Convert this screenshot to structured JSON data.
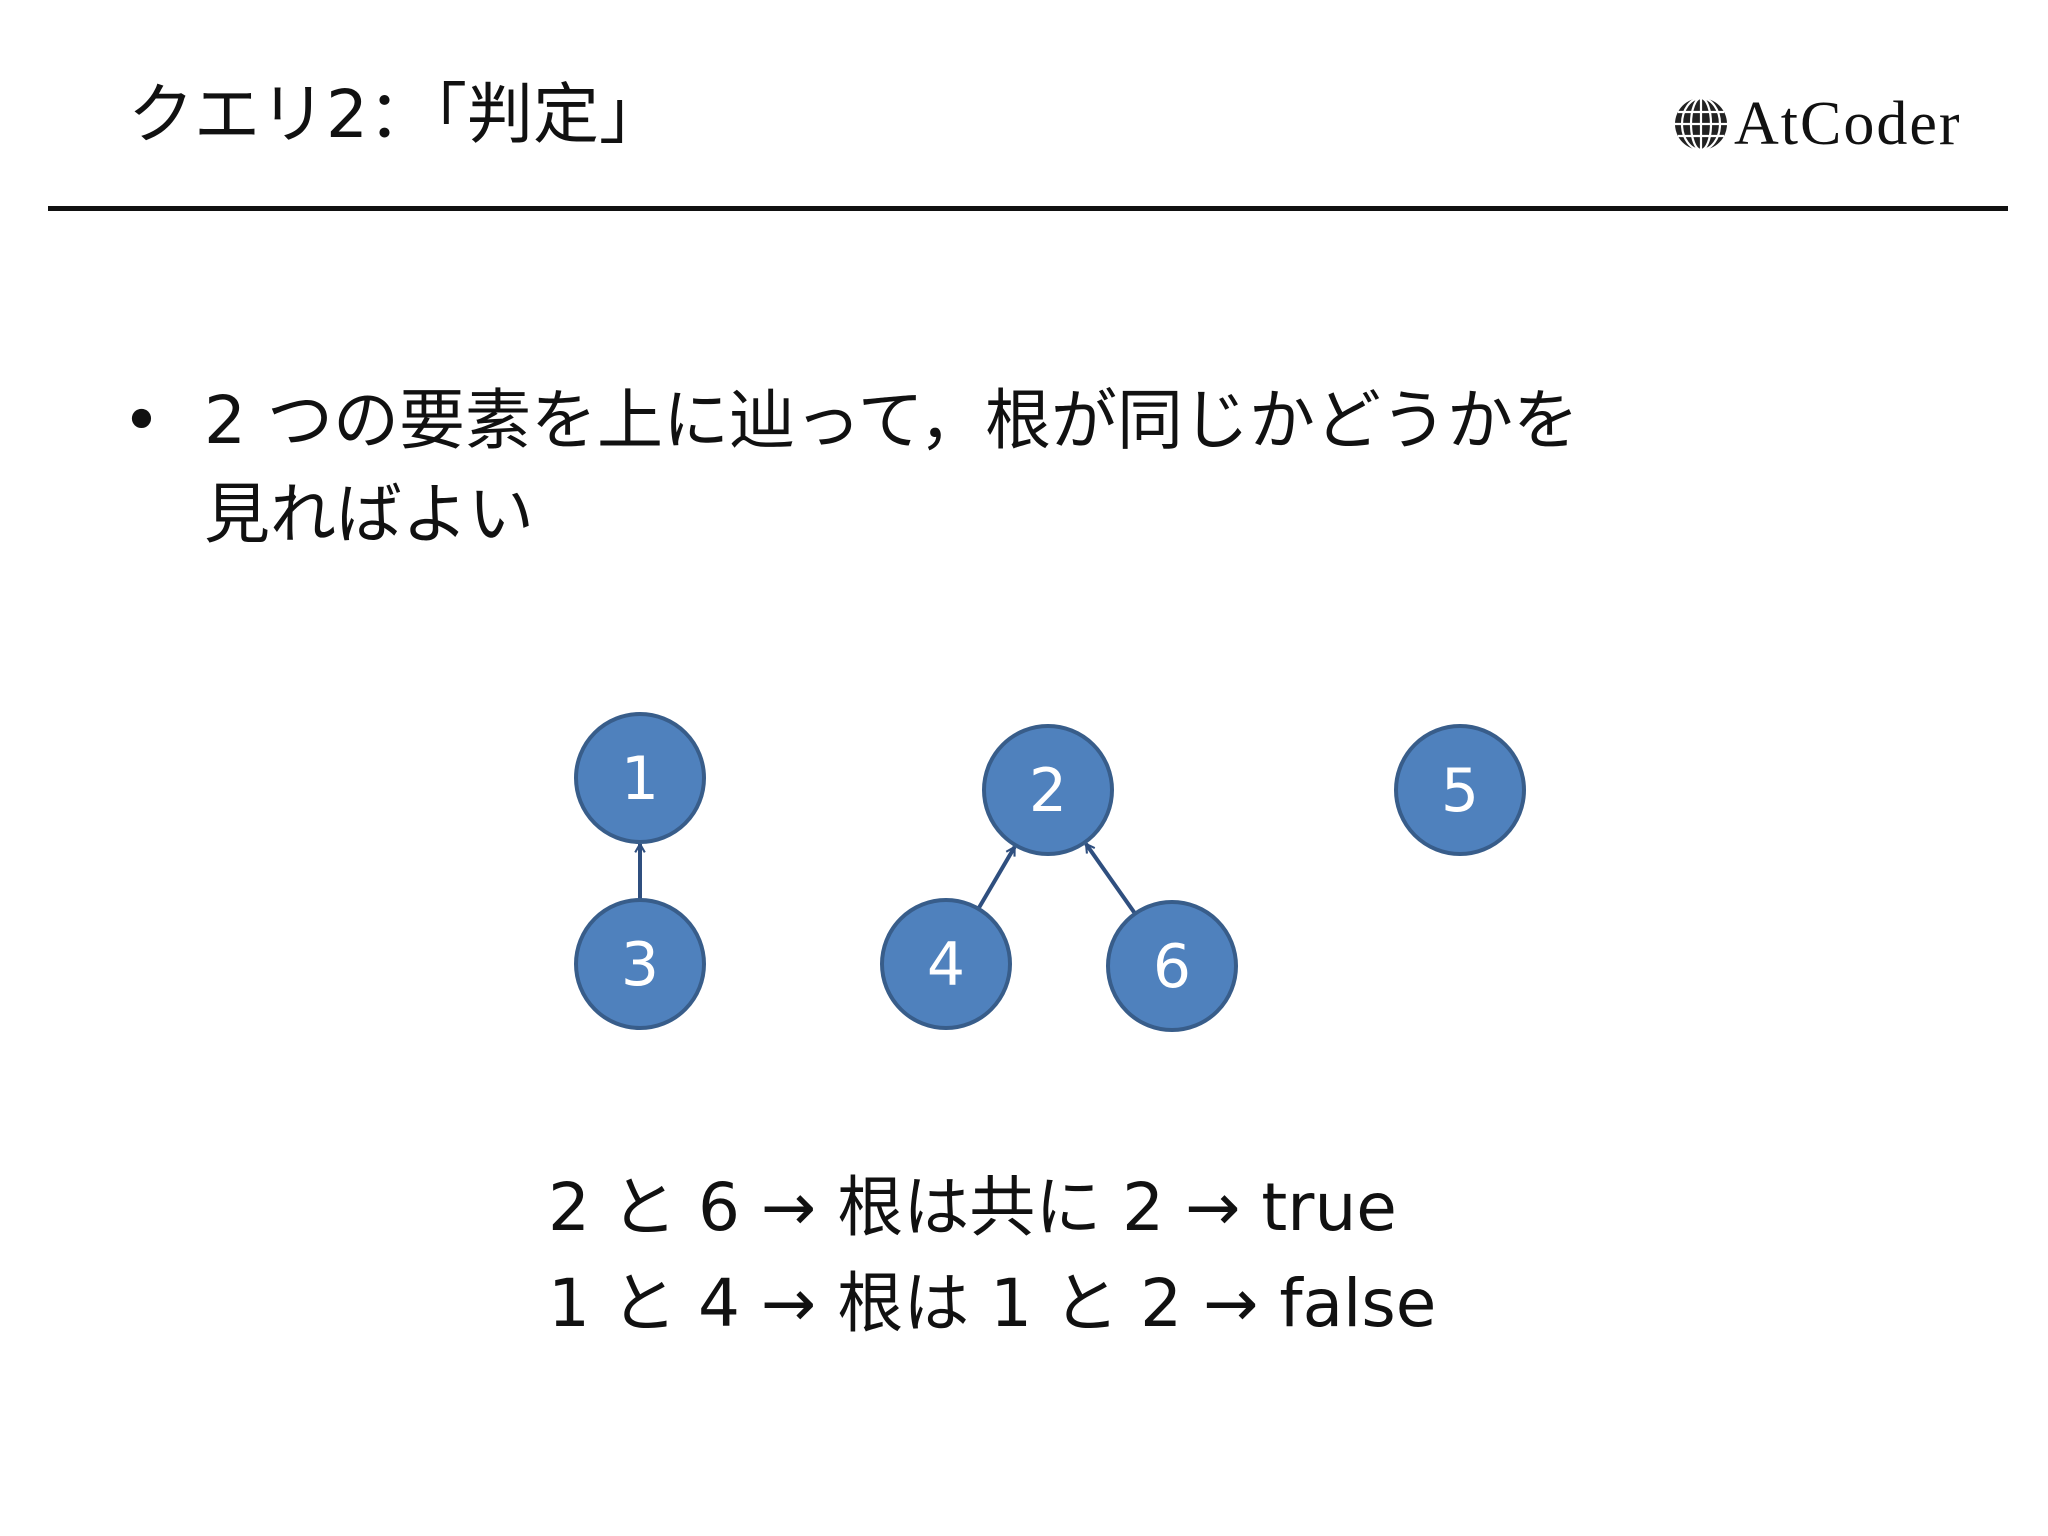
{
  "slide": {
    "title": "クエリ2：「判定」",
    "logo_text": "AtCoder",
    "logo_icon": "globe-icon"
  },
  "bullet": {
    "symbol": "•",
    "lines": [
      "2 つの要素を上に辿って，根が同じかどうかを",
      "見ればよい"
    ]
  },
  "diagram": {
    "node_fill": "#4f81bd",
    "node_stroke": "#385d8a",
    "edge_color": "#2f4f7f",
    "nodes": [
      {
        "id": "1",
        "label": "1"
      },
      {
        "id": "2",
        "label": "2"
      },
      {
        "id": "3",
        "label": "3"
      },
      {
        "id": "4",
        "label": "4"
      },
      {
        "id": "5",
        "label": "5"
      },
      {
        "id": "6",
        "label": "6"
      }
    ],
    "edges": [
      {
        "from": "3",
        "to": "1"
      },
      {
        "from": "4",
        "to": "2"
      },
      {
        "from": "6",
        "to": "2"
      }
    ]
  },
  "results": [
    "2 と 6 → 根は共に 2 → true",
    "1 と 4 → 根は 1 と 2 → false"
  ]
}
